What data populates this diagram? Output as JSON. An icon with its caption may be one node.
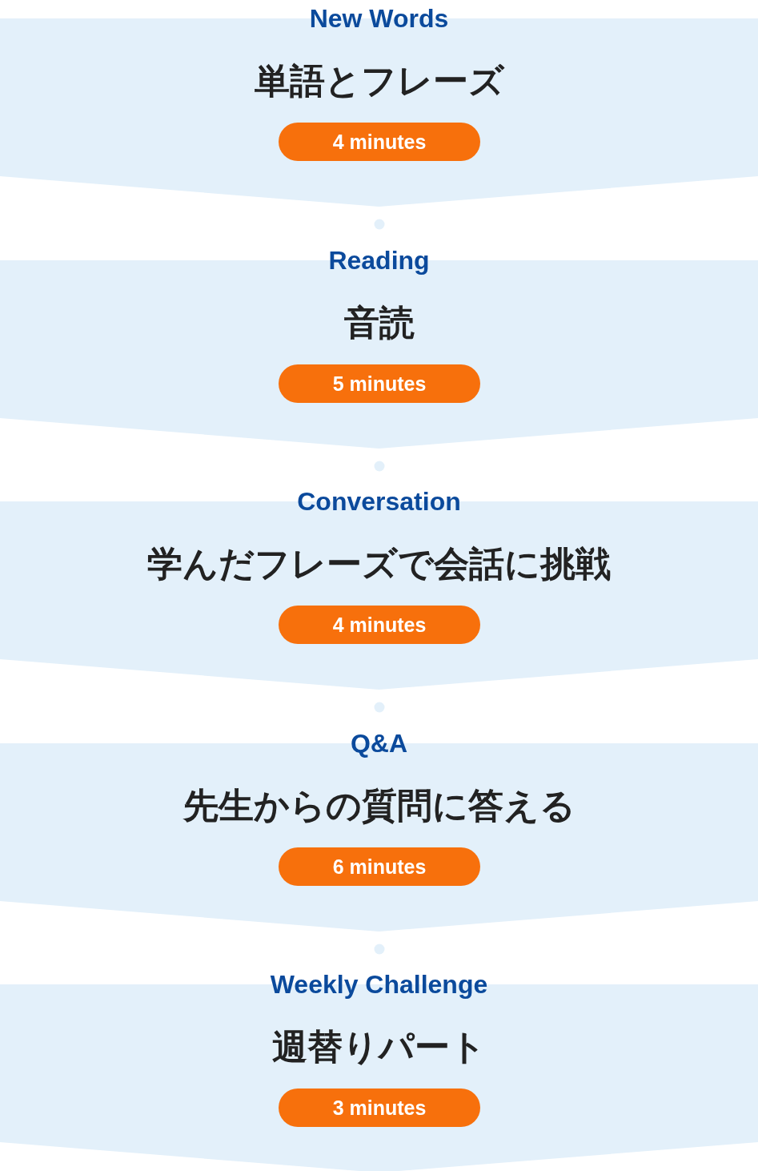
{
  "diagram": {
    "nodes": [
      {
        "text": [
          "New Words",
          "単語とフレーズ"
        ]
      },
      {
        "text": [
          "4 minutes"
        ],
        "in": 0
      },
      {
        "text": [
          "Reading",
          "音読"
        ]
      },
      {
        "text": [
          "5 minutes"
        ],
        "in": 2
      },
      {
        "text": [
          "Conversation",
          "学んだフレーズで会話に挑戦"
        ]
      },
      {
        "text": [
          "4 minutes"
        ],
        "in": 4
      },
      {
        "text": [
          "Q&A",
          "先生からの質問に答える"
        ]
      },
      {
        "text": [
          "6 minutes"
        ],
        "in": 6
      },
      {
        "text": [
          "Weekly Challenge",
          "週替りパート"
        ]
      },
      {
        "text": [
          "3 minutes"
        ],
        "in": 8
      }
    ]
  }
}
